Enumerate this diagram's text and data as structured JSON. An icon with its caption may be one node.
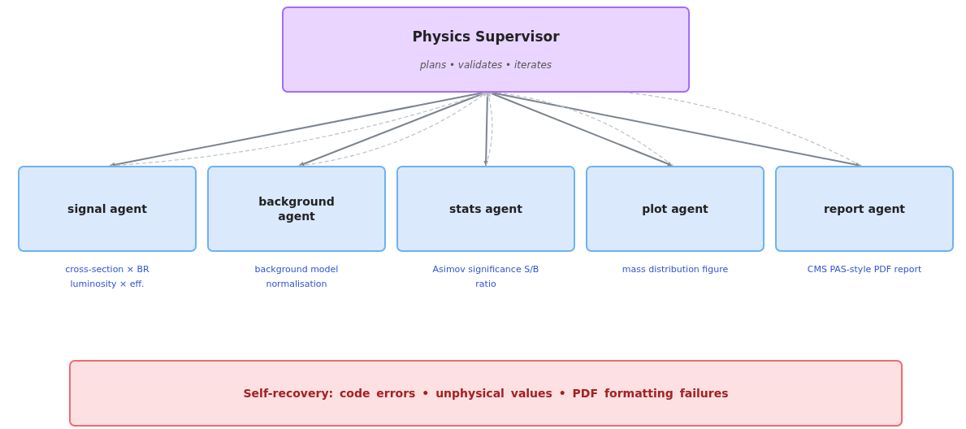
{
  "diagram": {
    "nodes": [
      {
        "text": [
          "Physics Supervisor",
          "plans • validates • iterates"
        ]
      },
      {
        "text": [
          "signal agent"
        ],
        "beside": [
          "cross-section × BR luminosity × eff."
        ]
      },
      {
        "text": [
          "background agent"
        ],
        "beside": [
          "background model normalisation"
        ]
      },
      {
        "text": [
          "stats agent"
        ],
        "beside": [
          "Asimov significance S/B ratio"
        ]
      },
      {
        "text": [
          "plot agent"
        ],
        "beside": [
          "mass distribution figure"
        ]
      },
      {
        "text": [
          "report agent"
        ],
        "beside": [
          "CMS PAS-style PDF report"
        ]
      },
      {
        "text": [
          "Self-recovery: code errors • unphysical values • PDF formatting failures"
        ]
      }
    ],
    "edges": [
      {
        "from": 0,
        "to": 1,
        "arrow": "to"
      },
      {
        "from": 0,
        "to": 2,
        "arrow": "to"
      },
      {
        "from": 0,
        "to": 3,
        "arrow": "to"
      },
      {
        "from": 0,
        "to": 4,
        "arrow": "to"
      },
      {
        "from": 0,
        "to": 5,
        "arrow": "to"
      },
      {
        "from": 1,
        "to": 0,
        "arrow": "to",
        "style": "dashed",
        "color": "#bcc0c6"
      },
      {
        "from": 2,
        "to": 0,
        "arrow": "to",
        "style": "dashed",
        "color": "#bcc0c6"
      },
      {
        "from": 3,
        "to": 0,
        "arrow": "to",
        "style": "dashed",
        "color": "#bcc0c6"
      },
      {
        "from": 4,
        "to": 0,
        "arrow": "to",
        "style": "dashed",
        "color": "#bcc0c6"
      },
      {
        "from": 5,
        "to": 0,
        "arrow": "to",
        "style": "dashed",
        "color": "#bcc0c6"
      }
    ]
  }
}
